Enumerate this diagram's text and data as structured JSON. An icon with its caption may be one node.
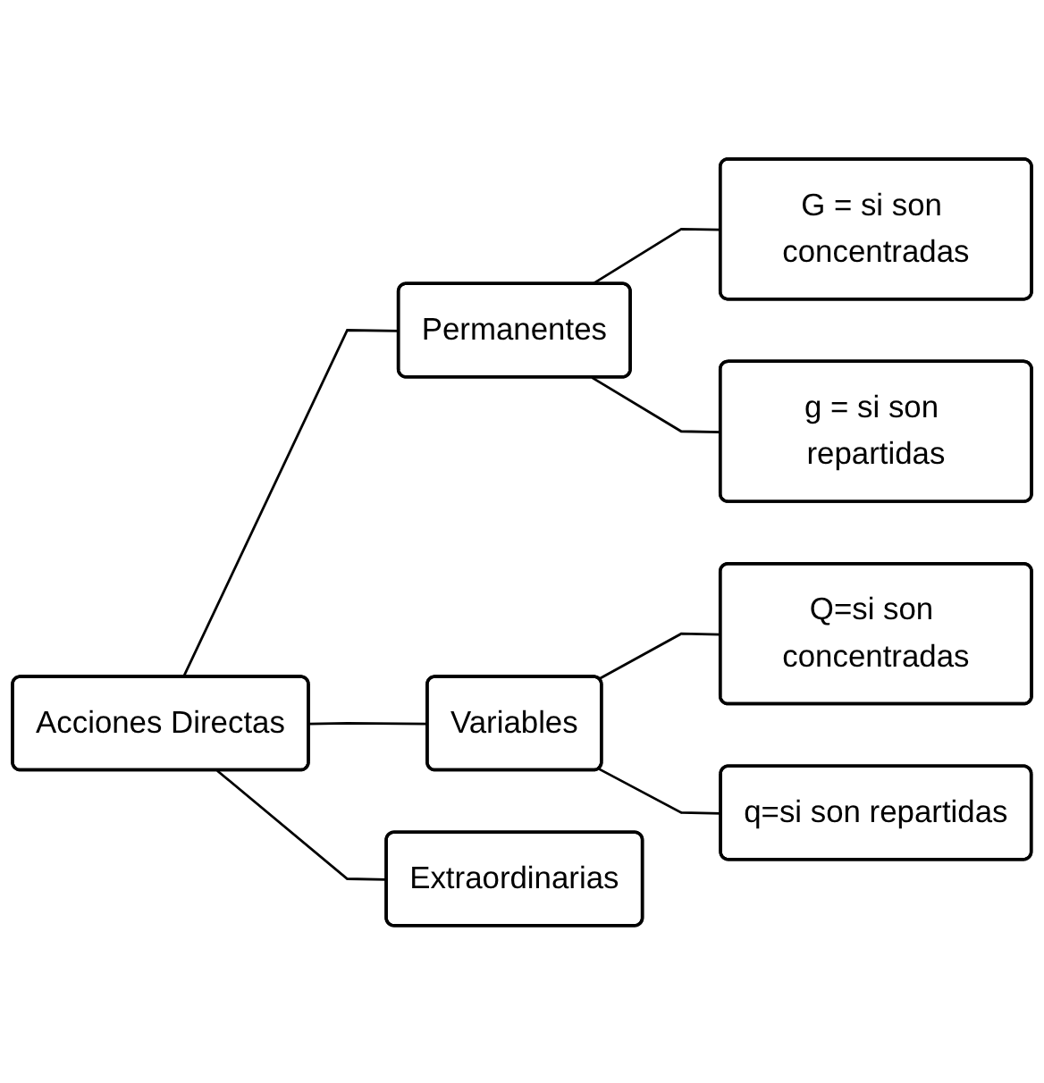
{
  "diagram": {
    "nodes": [
      {
        "text": [
          "Acciones Directas"
        ]
      },
      {
        "text": [
          "Permanentes"
        ]
      },
      {
        "text": [
          "G = si son concentradas"
        ]
      },
      {
        "text": [
          "g = si son repartidas"
        ]
      },
      {
        "text": [
          "Variables"
        ]
      },
      {
        "text": [
          "Q=si son concentradas"
        ]
      },
      {
        "text": [
          "q=si son repartidas"
        ]
      },
      {
        "text": [
          "Extraordinarias"
        ]
      }
    ],
    "edges": [
      {
        "from": 0,
        "to": 1,
        "arrow": "none"
      },
      {
        "from": 1,
        "to": 2,
        "arrow": "none"
      },
      {
        "from": 1,
        "to": 3,
        "arrow": "none"
      },
      {
        "from": 0,
        "to": 4,
        "arrow": "none"
      },
      {
        "from": 4,
        "to": 5,
        "arrow": "none"
      },
      {
        "from": 4,
        "to": 6,
        "arrow": "none"
      },
      {
        "from": 0,
        "to": 7,
        "arrow": "none"
      }
    ]
  }
}
